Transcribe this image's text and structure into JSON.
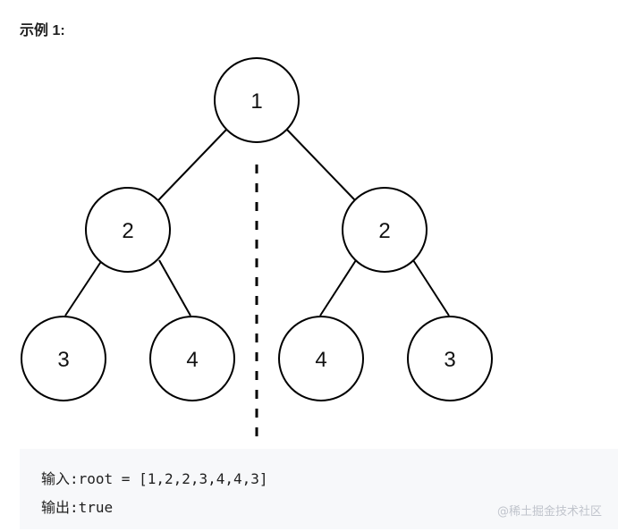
{
  "heading": "示例 1:",
  "tree": {
    "nodes": [
      {
        "id": "root",
        "label": "1"
      },
      {
        "id": "left",
        "label": "2"
      },
      {
        "id": "right",
        "label": "2"
      },
      {
        "id": "left-left",
        "label": "3"
      },
      {
        "id": "left-right",
        "label": "4"
      },
      {
        "id": "right-left",
        "label": "4"
      },
      {
        "id": "right-right",
        "label": "3"
      }
    ],
    "edges": [
      [
        "root",
        "left"
      ],
      [
        "root",
        "right"
      ],
      [
        "left",
        "left-left"
      ],
      [
        "left",
        "left-right"
      ],
      [
        "right",
        "right-left"
      ],
      [
        "right",
        "right-right"
      ]
    ]
  },
  "code": {
    "input_label": "输入:",
    "input_value": "root = [1,2,2,3,4,4,3]",
    "output_label": "输出:",
    "output_value": "true"
  },
  "watermark": "@稀土掘金技术社区"
}
